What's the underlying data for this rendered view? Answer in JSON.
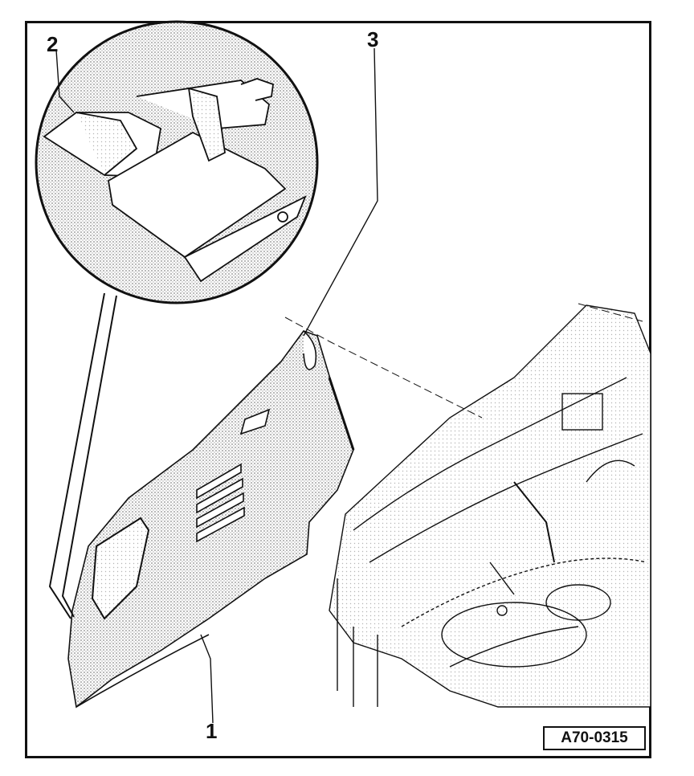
{
  "callouts": {
    "one": "1",
    "two": "2",
    "three": "3"
  },
  "figure_code": "A70-0315",
  "colors": {
    "line": "#111111",
    "shade": "#cfcfcf",
    "paper": "#ffffff"
  }
}
